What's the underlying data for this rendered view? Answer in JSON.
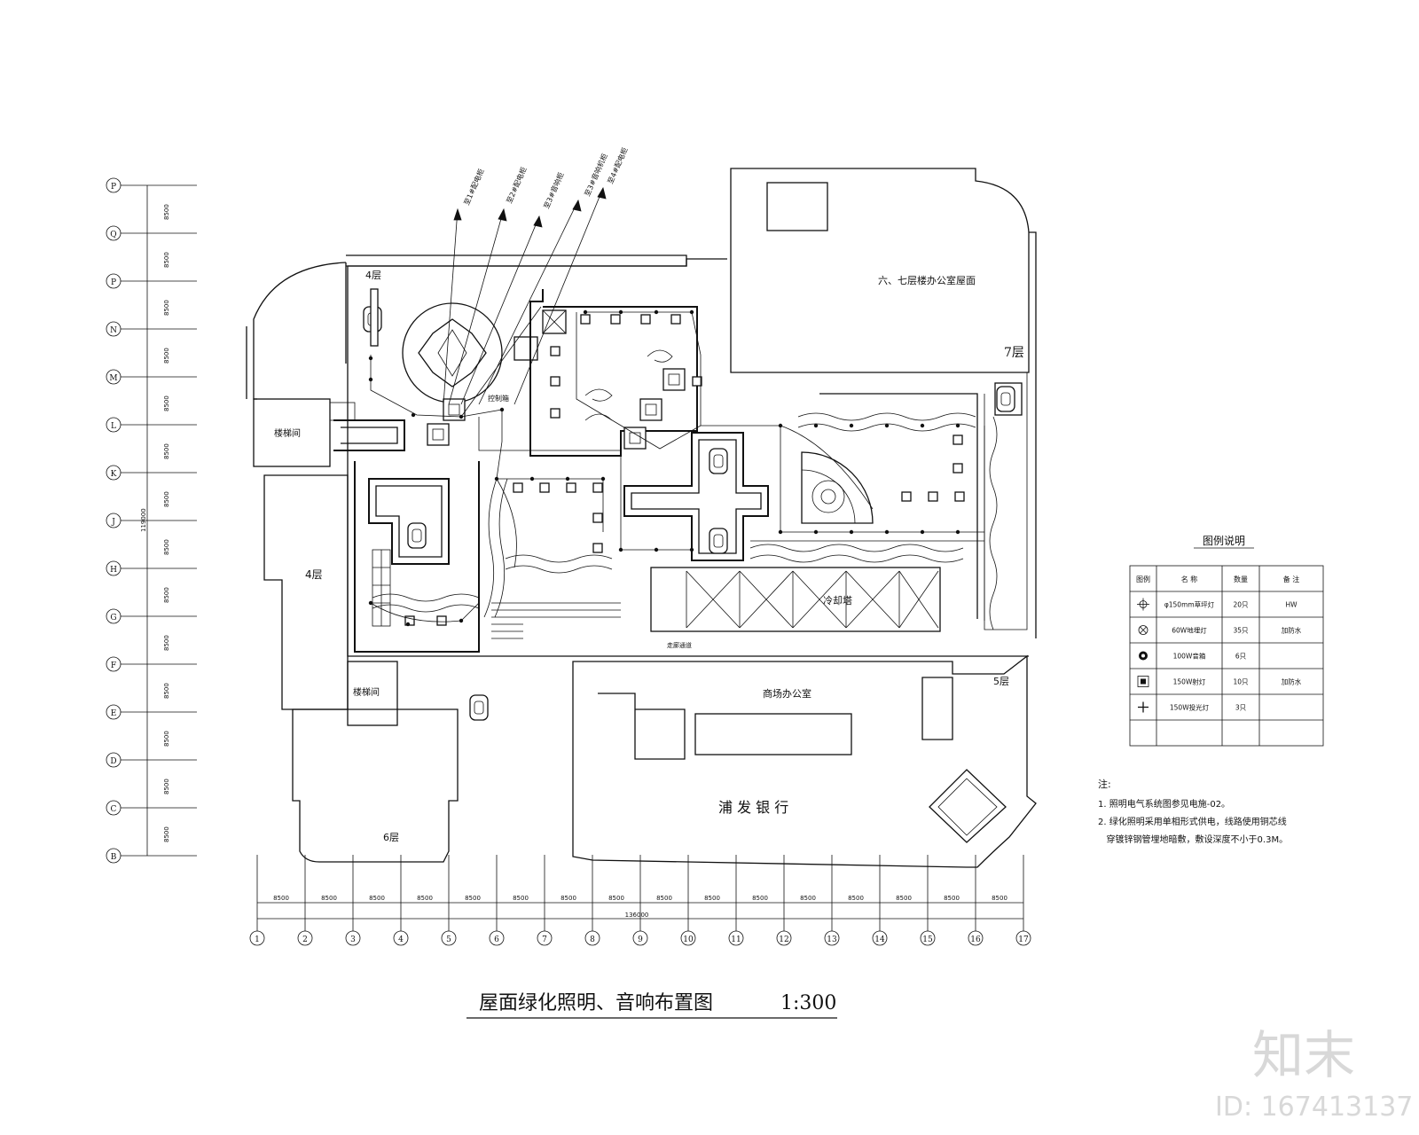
{
  "drawing": {
    "title": "屋面绿化照明、音响布置图",
    "scale": "1:300"
  },
  "row_axes": [
    "P",
    "Q",
    "P",
    "N",
    "M",
    "L",
    "K",
    "J",
    "H",
    "G",
    "F",
    "E",
    "D",
    "C",
    "B"
  ],
  "row_dims": [
    "8500",
    "8500",
    "8500",
    "8500",
    "8500",
    "8500",
    "8500",
    "8500",
    "8500",
    "8500",
    "8500",
    "8500",
    "8500",
    "8500"
  ],
  "row_total": "119000",
  "col_axes": [
    "1",
    "2",
    "3",
    "4",
    "5",
    "6",
    "7",
    "8",
    "9",
    "10",
    "11",
    "12",
    "13",
    "14",
    "15",
    "16",
    "17"
  ],
  "col_dims": [
    "8500",
    "8500",
    "8500",
    "8500",
    "8500",
    "8500",
    "8500",
    "8500",
    "8500",
    "8500",
    "8500",
    "8500",
    "8500",
    "8500",
    "8500",
    "8500"
  ],
  "col_total": "136000",
  "labels": {
    "floor4_top": "4层",
    "floor4_left": "4层",
    "floor5": "5层",
    "floor6": "6层",
    "floor7": "7层",
    "stair_upper": "楼梯间",
    "stair_lower": "楼梯间",
    "office_67": "六、七层楼办公室屋面",
    "mall_office": "商场办公室",
    "bank": "浦 发 银 行",
    "cooling_tower": "冷却塔",
    "control_box": "控制箱",
    "corridor": "走廊通道"
  },
  "lead_notes": [
    "至1#配电柜",
    "至2#配电柜",
    "至3#音响柜",
    "至3#音响机柜",
    "至4#配电柜"
  ],
  "legend": {
    "title": "图例说明",
    "headers": [
      "图例",
      "名 称",
      "数量",
      "备 注"
    ],
    "rows": [
      {
        "icon": "cross-circle-icon",
        "name": "φ150mm草坪灯",
        "qty": "20只",
        "note": "HW"
      },
      {
        "icon": "circle-x-icon",
        "name": "60W地埋灯",
        "qty": "35只",
        "note": "加防水"
      },
      {
        "icon": "speaker-icon",
        "name": "100W音箱",
        "qty": "6只",
        "note": ""
      },
      {
        "icon": "boxed-square-icon",
        "name": "150W射灯",
        "qty": "10只",
        "note": "加防水"
      },
      {
        "icon": "plus-icon",
        "name": "150W投光灯",
        "qty": "3只",
        "note": ""
      },
      {
        "icon": "",
        "name": "",
        "qty": "",
        "note": ""
      }
    ]
  },
  "notes": {
    "heading": "注:",
    "lines": [
      "1. 照明电气系统图参见电施-02。",
      "2. 绿化照明采用单相形式供电，线路使用铜芯线",
      "   穿镀锌钢管埋地暗敷，敷设深度不小于0.3M。"
    ]
  },
  "watermark": {
    "brand": "知末",
    "id": "ID: 167413137"
  }
}
